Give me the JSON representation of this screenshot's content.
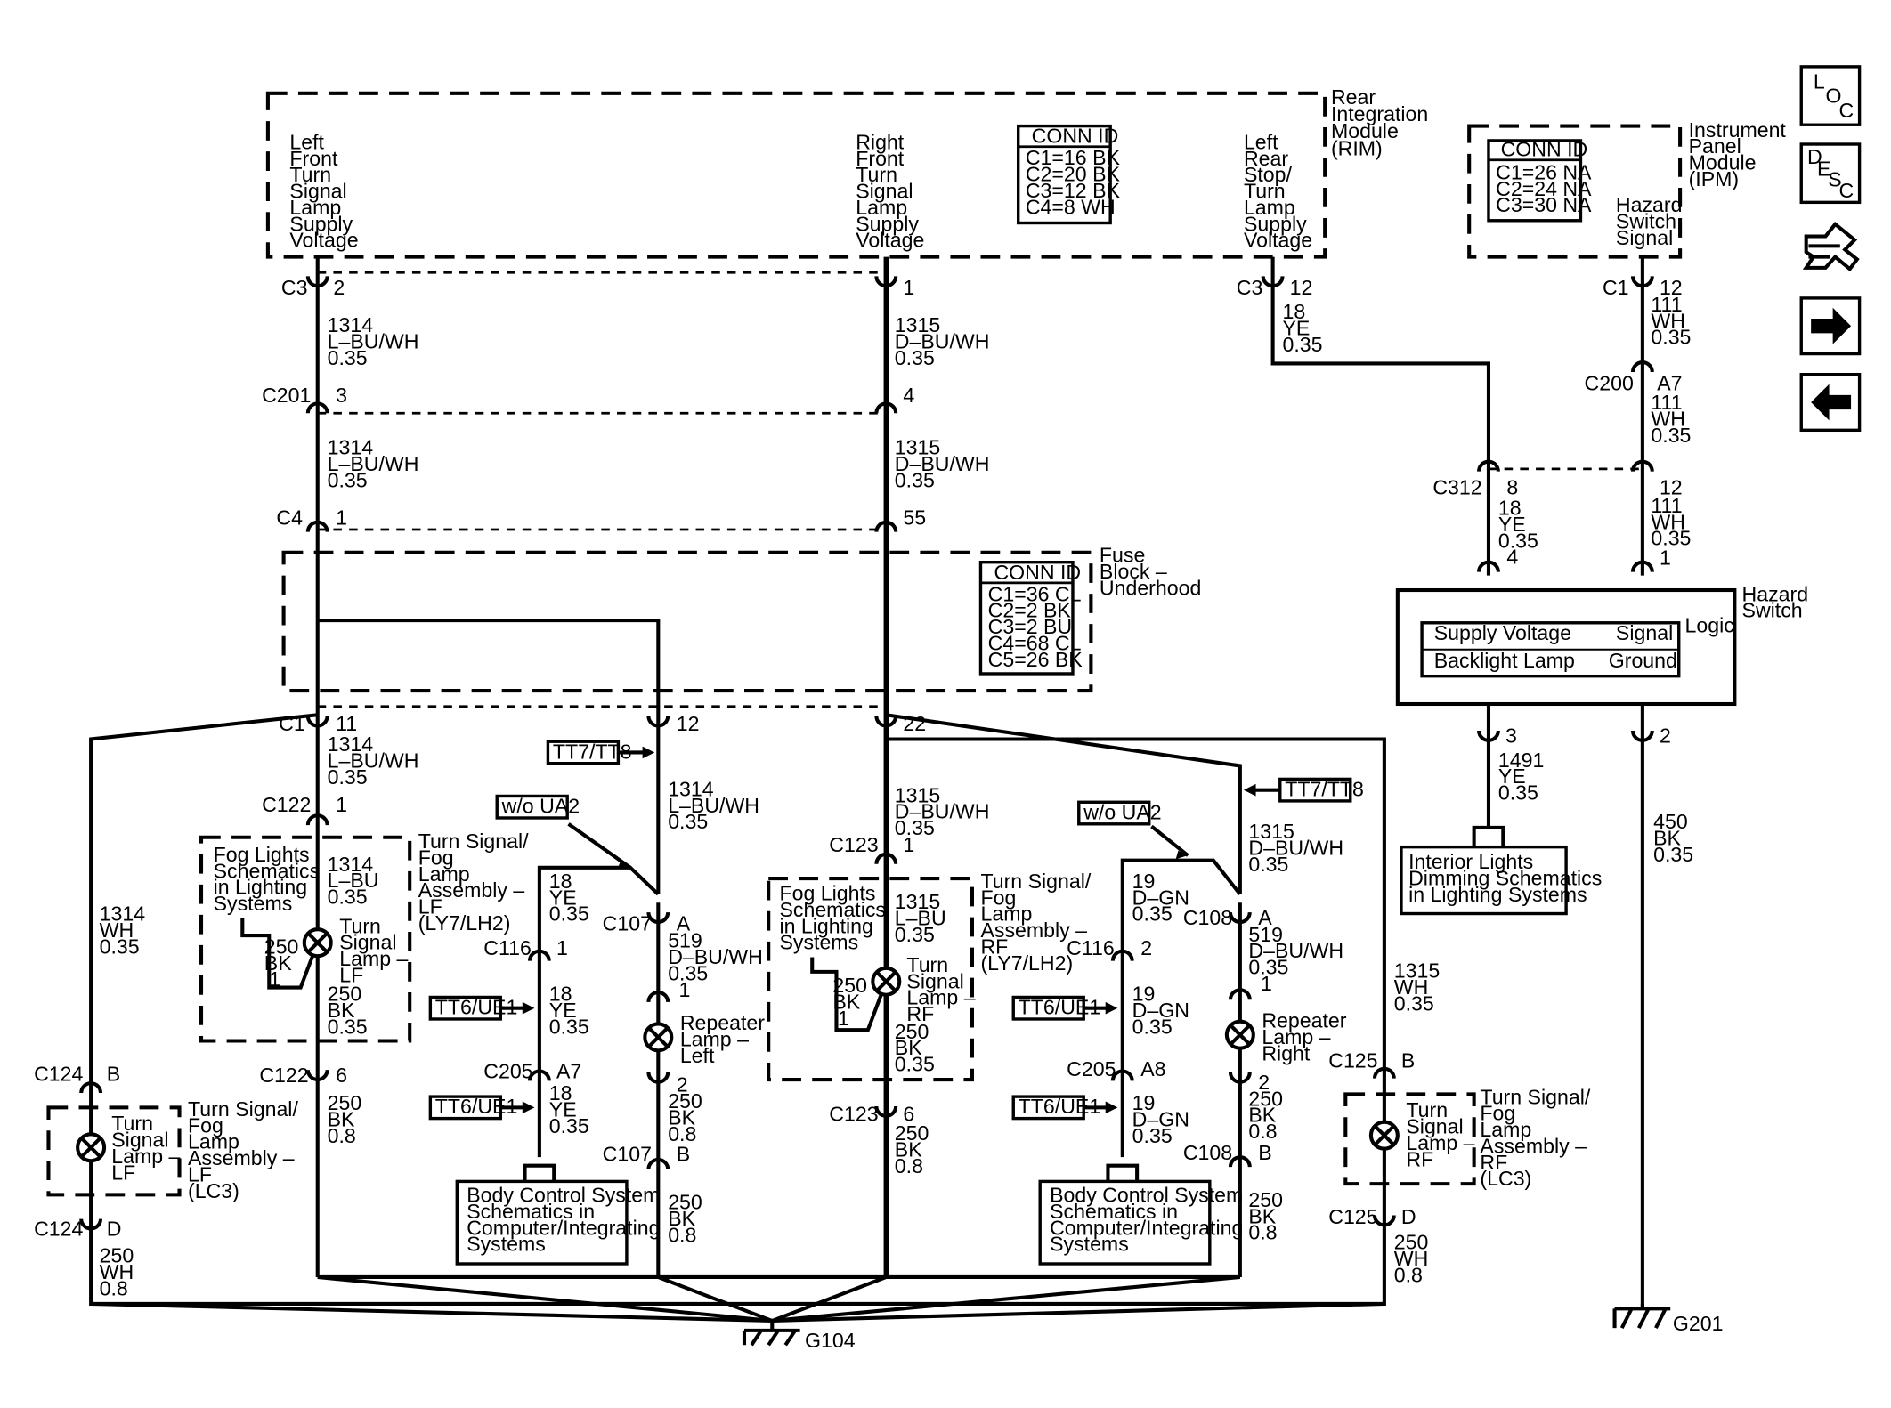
{
  "rim": {
    "name": [
      "Rear",
      "Integration",
      "Module",
      "(RIM)"
    ],
    "lf_label": [
      "Left",
      "Front",
      "Turn",
      "Signal",
      "Lamp",
      "Supply",
      "Voltage"
    ],
    "rf_label": [
      "Right",
      "Front",
      "Turn",
      "Signal",
      "Lamp",
      "Supply",
      "Voltage"
    ],
    "lr_label": [
      "Left",
      "Rear",
      "Stop/",
      "Turn",
      "Lamp",
      "Supply",
      "Voltage"
    ],
    "conn_title": "CONN ID",
    "conn_list": [
      "C1=16 BK",
      "C2=20 BK",
      "C3=12 BK",
      "C4=8 WH"
    ]
  },
  "ipm": {
    "name": [
      "Instrument",
      "Panel",
      "Module",
      "(IPM)"
    ],
    "conn_title": "CONN ID",
    "conn_list": [
      "C1=26 NA",
      "C2=24 NA",
      "C3=30 NA"
    ],
    "signal": [
      "Hazard",
      "Switch",
      "Signal"
    ]
  },
  "fuse_block": {
    "name": [
      "Fuse",
      "Block –",
      "Underhood"
    ],
    "conn_title": "CONN ID",
    "conn_list": [
      "C1=36 CL",
      "C2=2 BK",
      "C3=2 BU",
      "C4=68 CL",
      "C5=26 BK"
    ]
  },
  "hazard": {
    "name": [
      "Hazard",
      "Switch"
    ],
    "logic": "Logic",
    "supply": "Supply Voltage",
    "signal": "Signal",
    "backlight": "Backlight Lamp",
    "ground": "Ground"
  },
  "connectors": {
    "c3": "C3",
    "c201": "C201",
    "c4": "C4",
    "c1": "C1",
    "c122": "C122",
    "c123": "C123",
    "c116": "C116",
    "c205": "C205",
    "c107": "C107",
    "c108": "C108",
    "c124": "C124",
    "c125": "C125",
    "c200": "C200",
    "c312": "C312"
  },
  "pins": {
    "p2": "2",
    "p1": "1",
    "p3": "3",
    "p4": "4",
    "p55": "55",
    "p12": "12",
    "p11": "11",
    "p22": "22",
    "p6": "6",
    "pA": "A",
    "pB": "B",
    "pD": "D",
    "pA7": "A7",
    "pA8": "A8",
    "p8": "8"
  },
  "wires": {
    "w1314_lbuwh": [
      "1314",
      "L–BU/WH",
      "0.35"
    ],
    "w1315_dbuwh": [
      "1315",
      "D–BU/WH",
      "0.35"
    ],
    "w18_ye": [
      "18",
      "YE",
      "0.35"
    ],
    "w18_ye_4": [
      "18",
      "YE",
      "0.35",
      "4"
    ],
    "w111_wh": [
      "111",
      "WH",
      "0.35"
    ],
    "w1314_lbu": [
      "1314",
      "L–BU",
      "0.35"
    ],
    "w1315_lbu": [
      "1315",
      "L–BU",
      "0.35"
    ],
    "w250_bk_035": [
      "250",
      "BK",
      "0.35"
    ],
    "w250_bk_08": [
      "250",
      "BK",
      "0.8"
    ],
    "w250_bk_1": [
      "250",
      "BK",
      "1"
    ],
    "w19_dgn": [
      "19",
      "D–GN",
      "0.35"
    ],
    "w519_dbuwh": [
      "519",
      "D–BU/WH",
      "0.35",
      "1"
    ],
    "w1314_wh": [
      "1314",
      "WH",
      "0.35"
    ],
    "w1315_wh": [
      "1315",
      "WH",
      "0.35"
    ],
    "w250_wh": [
      "250",
      "WH",
      "0.8"
    ],
    "w1491_ye": [
      "1491",
      "YE",
      "0.35"
    ],
    "w450_bk": [
      "450",
      "BK",
      "0.35"
    ]
  },
  "options": {
    "tt7tt8": "TT7/TT8",
    "wo_ua2": "w/o UA2",
    "tt6ue1": "TT6/UE1"
  },
  "components": {
    "fog_link": [
      "Fog Lights",
      "Schematics",
      "in Lighting",
      "Systems"
    ],
    "lf_assembly": [
      "Turn Signal/",
      "Fog",
      "Lamp",
      "Assembly –",
      "LF",
      "(LY7/LH2)"
    ],
    "rf_assembly": [
      "Turn Signal/",
      "Fog",
      "Lamp",
      "Assembly –",
      "RF",
      "(LY7/LH2)"
    ],
    "lf_lamp": [
      "Turn",
      "Signal",
      "Lamp –",
      "LF"
    ],
    "rf_lamp": [
      "Turn",
      "Signal",
      "Lamp –",
      "RF"
    ],
    "repeater_left": [
      "Repeater",
      "Lamp –",
      "Left"
    ],
    "repeater_right": [
      "Repeater",
      "Lamp –",
      "Right"
    ],
    "bcm_link": [
      "Body Control System",
      "Schematics in",
      "Computer/Integrating",
      "Systems"
    ],
    "lf_lc3": [
      "Turn Signal/",
      "Fog",
      "Lamp",
      "Assembly –",
      "LF",
      "(LC3)"
    ],
    "rf_lc3": [
      "Turn Signal/",
      "Fog",
      "Lamp",
      "Assembly –",
      "RF",
      "(LC3)"
    ],
    "lc3_lf_lamp": [
      "Turn",
      "Signal",
      "Lamp –",
      "LF"
    ],
    "lc3_rf_lamp": [
      "Turn",
      "Signal",
      "Lamp –",
      "RF"
    ],
    "dimming_link": [
      "Interior Lights",
      "Dimming Schematics",
      "in Lighting Systems"
    ]
  },
  "grounds": {
    "g104": "G104",
    "g201": "G201"
  },
  "nav": {
    "loc": [
      "L",
      "O",
      "C"
    ],
    "desc": [
      "D",
      "E",
      "S",
      "C"
    ],
    "loc_icon": "loc-icon",
    "desc_icon": "desc-icon",
    "wrench_icon": "wrench-icon",
    "next_icon": "arrow-right-icon",
    "prev_icon": "arrow-left-icon"
  }
}
